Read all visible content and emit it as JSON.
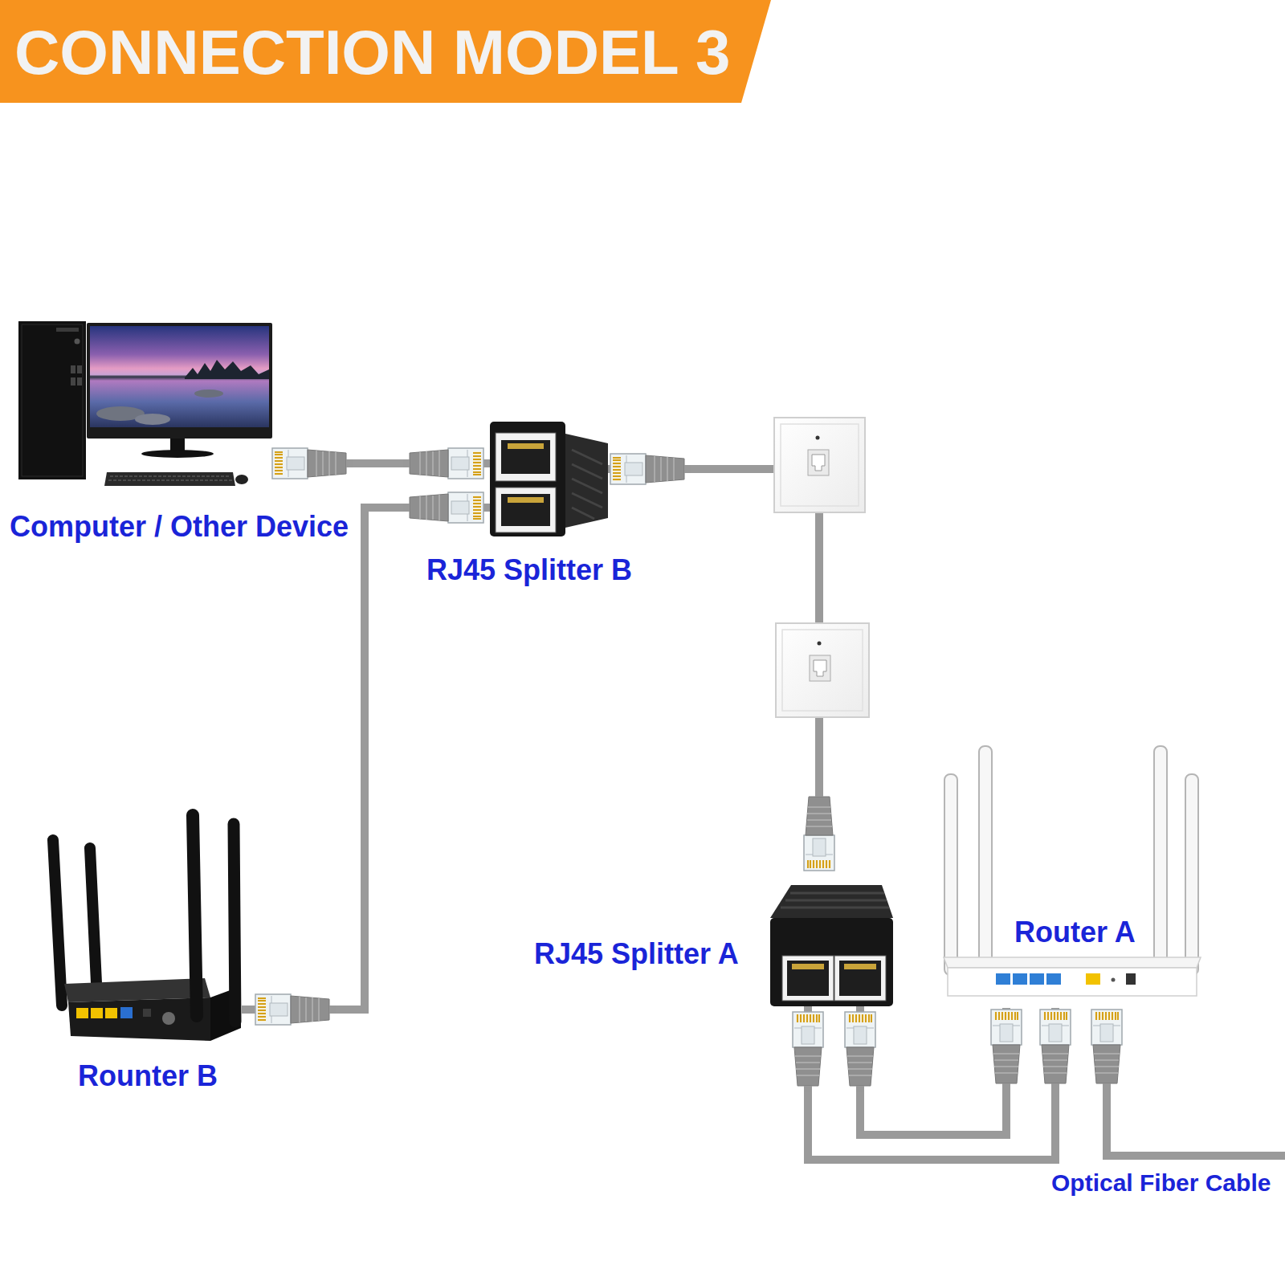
{
  "diagram": {
    "title": "CONNECTION MODEL 3",
    "nodes": [
      {
        "text": [
          "Computer / Other Device"
        ]
      },
      {
        "text": [
          "RJ45 Splitter B"
        ]
      },
      {
        "text": [
          "RJ45 Splitter A"
        ]
      },
      {
        "text": [
          "Router A"
        ]
      },
      {
        "text": [
          "Rounter B"
        ]
      }
    ],
    "edges": [
      {
        "from": 0,
        "to": 1,
        "arrow": "none"
      },
      {
        "from": 4,
        "to": 1,
        "arrow": "none"
      },
      {
        "from": 1,
        "to": 2,
        "arrow": "none"
      },
      {
        "from": 2,
        "to": 3,
        "arrow": "none"
      },
      {
        "from": 2,
        "to": 3,
        "arrow": "none"
      }
    ],
    "labels": [
      "Optical Fiber Cable"
    ]
  }
}
